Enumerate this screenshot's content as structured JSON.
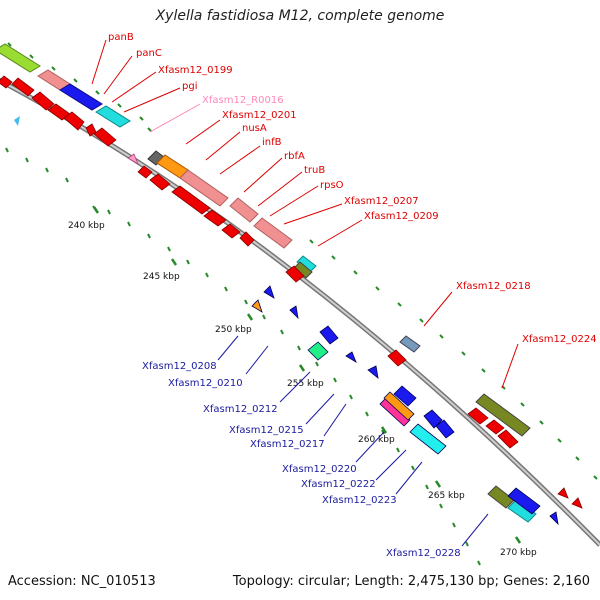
{
  "title": "Xylella fastidiosa M12, complete genome",
  "footer": {
    "accession": "Accession: NC_010513",
    "summary": "Topology: circular; Length: 2,475,130 bp; Genes: 2,160"
  },
  "colors": {
    "top_strand_label": "#dd0000",
    "rna_label": "#ff88bb",
    "bottom_strand_label": "#1a1aa0",
    "backbone": "#888888"
  },
  "scale_labels": [
    "240 kbp",
    "245 kbp",
    "250 kbp",
    "255 kbp",
    "260 kbp",
    "265 kbp",
    "270 kbp"
  ],
  "top_labels": [
    "panB",
    "panC",
    "Xfasm12_0199",
    "pgi",
    "Xfasm12_R0016",
    "Xfasm12_0201",
    "nusA",
    "infB",
    "rbfA",
    "truB",
    "rpsO",
    "Xfasm12_0207",
    "Xfasm12_0209",
    "Xfasm12_0218",
    "Xfasm12_0224"
  ],
  "bottom_labels": [
    "Xfasm12_0208",
    "Xfasm12_0210",
    "Xfasm12_0212",
    "Xfasm12_0215",
    "Xfasm12_0217",
    "Xfasm12_0220",
    "Xfasm12_0222",
    "Xfasm12_0223",
    "Xfasm12_0228"
  ]
}
